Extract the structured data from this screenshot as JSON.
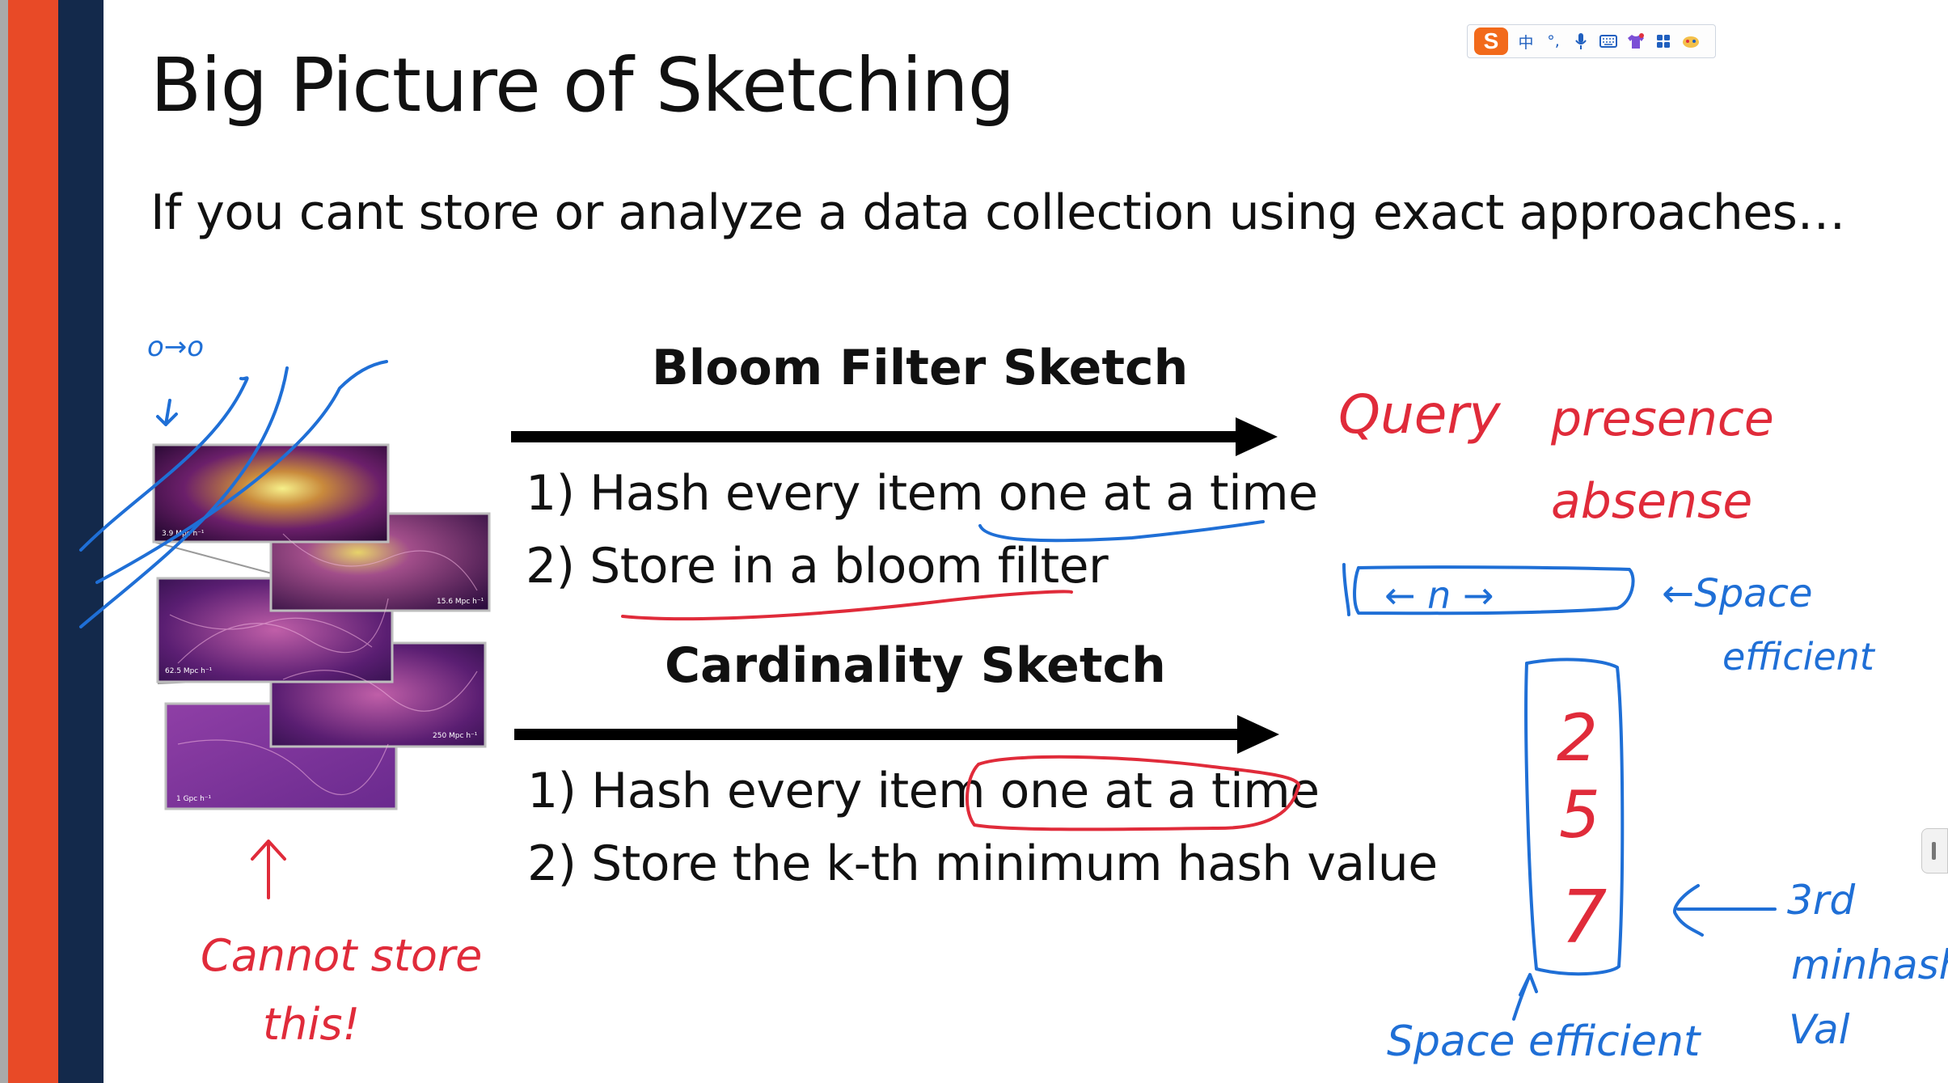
{
  "slide": {
    "title": "Big Picture of Sketching",
    "subtitle": "If you cant store or analyze a data collection using exact approaches…"
  },
  "bloom": {
    "title": "Bloom Filter Sketch",
    "step1": "1) Hash every item one at a time",
    "step2": "2) Store in a bloom filter"
  },
  "cardinality": {
    "title": "Cardinality Sketch",
    "step1": "1) Hash every item one at a time",
    "step2": "2) Store the k-th minimum hash value"
  },
  "figure": {
    "panel_labels": [
      "3.9 Mpc h⁻¹",
      "15.6 Mpc h⁻¹",
      "62.5 Mpc h⁻¹",
      "250 Mpc h⁻¹",
      "1 Gpc h⁻¹"
    ]
  },
  "annotations": {
    "data_stream": "o→o",
    "cannot_store_1": "Cannot store",
    "cannot_store_2": "this!",
    "query": "Query",
    "presence": "presence",
    "absense": "absense",
    "bitarray_n": "← n →",
    "space_efficient_1a": "←Space",
    "space_efficient_1b": "efficient",
    "kmv_values": [
      "2",
      "5",
      "7"
    ],
    "third_minhash_1": "3rd",
    "third_minhash_2": "minhash",
    "third_minhash_3": "Val",
    "space_efficient_2": "Space efficient"
  },
  "ime_toolbar": {
    "logo": "S",
    "items": [
      "中",
      "°,",
      "mic-icon",
      "keyboard-icon",
      "shirt-icon",
      "apps-icon",
      "skin-icon"
    ],
    "chinese_label": "中",
    "punct_label": "°,"
  },
  "colors": {
    "accent_orange": "#e84a27",
    "accent_navy": "#13294b",
    "ink_blue": "#1f6fd6",
    "ink_red": "#e02b3a"
  }
}
